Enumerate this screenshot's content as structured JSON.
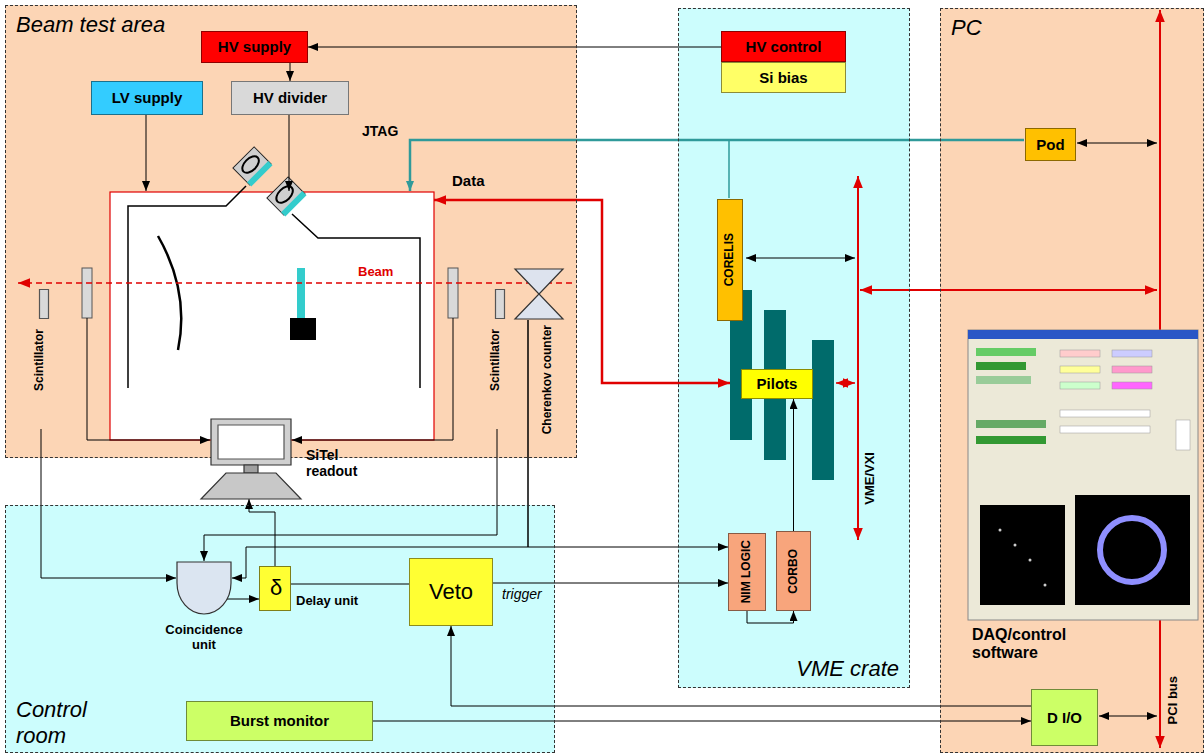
{
  "diagram": {
    "nodes": [
      {
        "text": [
          "Beam test area"
        ]
      },
      {
        "text": [
          "Control room"
        ]
      },
      {
        "text": [
          "VME crate"
        ]
      },
      {
        "text": [
          "PC"
        ]
      },
      {
        "text": [
          "HV supply"
        ],
        "in": 0
      },
      {
        "text": [
          "LV supply"
        ],
        "in": 0
      },
      {
        "text": [
          "HV divider"
        ],
        "in": 0
      },
      {
        "text": [
          "Scintillator"
        ],
        "in": 0
      },
      {
        "text": [
          "SiTel readout"
        ],
        "in": 0
      },
      {
        "text": [
          "Scintillator"
        ],
        "in": 0
      },
      {
        "text": [
          "Cherenkov counter"
        ],
        "in": 0
      },
      {
        "text": [
          "HV control"
        ],
        "in": 2
      },
      {
        "text": [
          "Si bias"
        ],
        "in": 2
      },
      {
        "text": [
          "Pod"
        ],
        "in": 3
      },
      {
        "text": [
          "CORELIS"
        ],
        "in": 2
      },
      {
        "text": [
          "Pilots"
        ],
        "in": 2
      },
      {
        "text": [
          "NIM LOGIC"
        ],
        "in": 2
      },
      {
        "text": [
          "CORBO"
        ],
        "in": 2
      },
      {
        "text": [
          "Coincidence unit"
        ],
        "in": 1
      },
      {
        "text": [
          "δ",
          "Delay unit"
        ],
        "in": 1
      },
      {
        "text": [
          "Veto"
        ],
        "in": 1
      },
      {
        "text": [
          "Burst monitor"
        ],
        "in": 1
      },
      {
        "text": [
          "D I/O"
        ],
        "in": 3
      }
    ],
    "edges": [
      {
        "from": 11,
        "to": 4,
        "arrow": "to"
      },
      {
        "from": 4,
        "to": 6,
        "arrow": "to"
      },
      {
        "from": 7,
        "to": 18,
        "arrow": "to"
      },
      {
        "from": 9,
        "to": 18,
        "arrow": "to"
      },
      {
        "from": 10,
        "to": 18,
        "arrow": "to"
      },
      {
        "from": 10,
        "to": 16,
        "arrow": "to"
      },
      {
        "from": 18,
        "to": 19,
        "arrow": "to"
      },
      {
        "from": 19,
        "to": 20,
        "arrow": "none"
      },
      {
        "from": 19,
        "to": 8,
        "arrow": "to"
      },
      {
        "from": 20,
        "to": 16,
        "label": "trigger",
        "arrow": "to"
      },
      {
        "from": 22,
        "to": 20,
        "arrow": "to"
      },
      {
        "from": 21,
        "to": 22,
        "arrow": "to"
      },
      {
        "from": 16,
        "to": 17,
        "arrow": "to"
      },
      {
        "from": 17,
        "to": 15,
        "arrow": "to"
      }
    ],
    "labels": [
      "Beam",
      "JTAG",
      "Data",
      "VME/VXI",
      "PCI bus",
      "DAQ/control software"
    ]
  }
}
